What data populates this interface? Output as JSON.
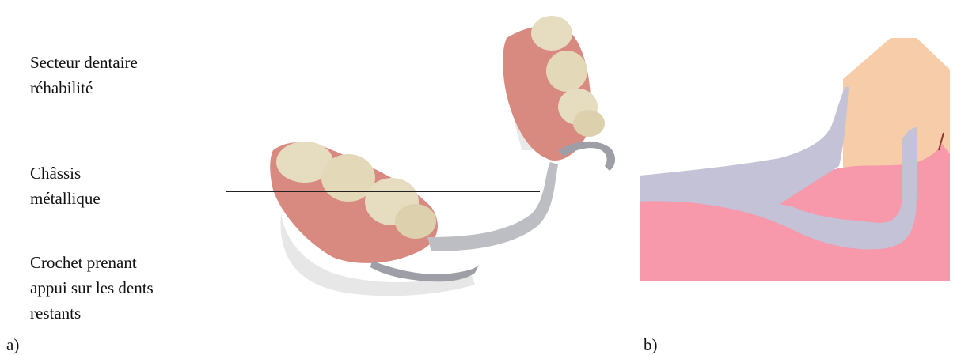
{
  "panel_a": {
    "letter": "a)",
    "labels": [
      {
        "line1": "Secteur dentaire",
        "line2": "réhabilité"
      },
      {
        "line1": "Châssis",
        "line2": "métallique"
      },
      {
        "line1": "Crochet prenant",
        "line2": "appui sur les dents",
        "line3": "restants"
      }
    ]
  },
  "panel_b": {
    "letter": "b)"
  },
  "colors": {
    "gum": "#d88a80",
    "tooth": "#e6dcbf",
    "metal": "#bdbdc4",
    "tooth_b": "#f6cda8",
    "gum_b": "#f798ab",
    "metal_b": "#c4c2d6"
  }
}
